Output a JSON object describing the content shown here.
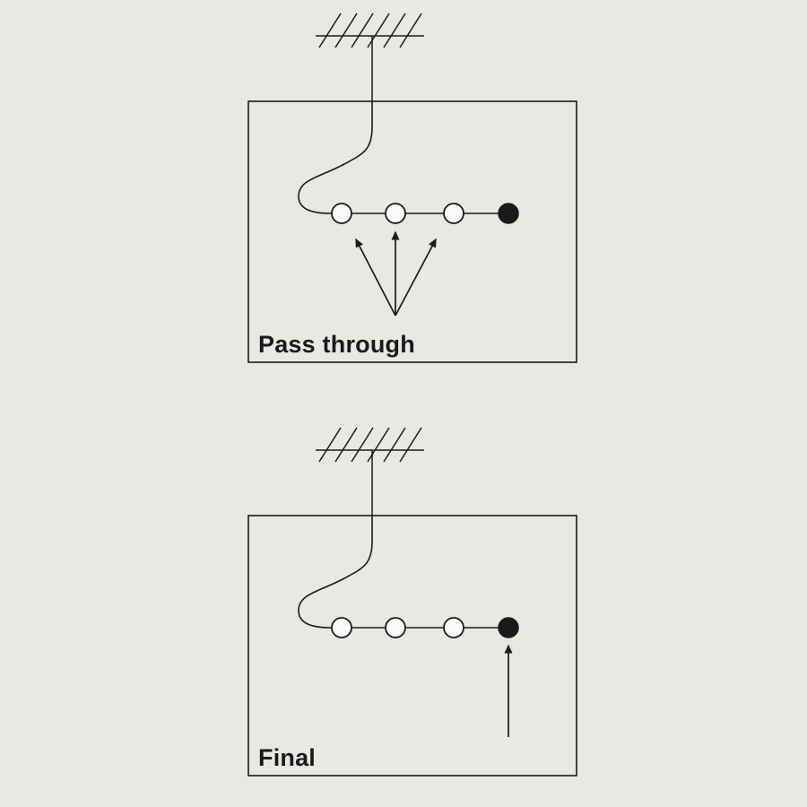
{
  "colors": {
    "background": "#e9e8e5",
    "line": "#1a1a1a",
    "socket_fill": "#fbfaf8"
  },
  "diagram": {
    "description": "TV antenna distribution wiring diagram with two outlet configurations",
    "panels": [
      {
        "label": "Pass through",
        "open_sockets": 3,
        "terminal_sockets": 1,
        "arrow_count": 3,
        "arrows_point_to": "the three open pass-through sockets"
      },
      {
        "label": "Final",
        "open_sockets": 3,
        "terminal_sockets": 1,
        "arrow_count": 1,
        "arrows_point_to": "the filled terminal (final) socket"
      }
    ]
  }
}
